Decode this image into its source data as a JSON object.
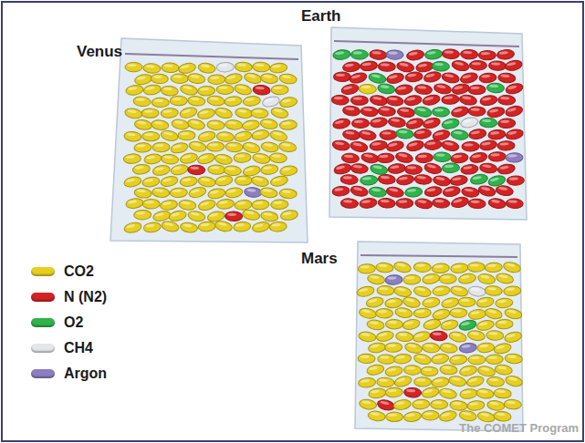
{
  "diagram": {
    "labels": [
      "Venus",
      "Earth",
      "Mars",
      "The COMET Program"
    ],
    "legend": [
      {
        "text": "CO2",
        "color": "#e6cf1e"
      },
      {
        "text": "N (N2)",
        "color": "#d42323"
      },
      {
        "text": "O2",
        "color": "#2fb34a"
      },
      {
        "text": "CH4",
        "color": "#e4e6ea"
      },
      {
        "text": "Argon",
        "color": "#8c7fc0"
      }
    ]
  }
}
